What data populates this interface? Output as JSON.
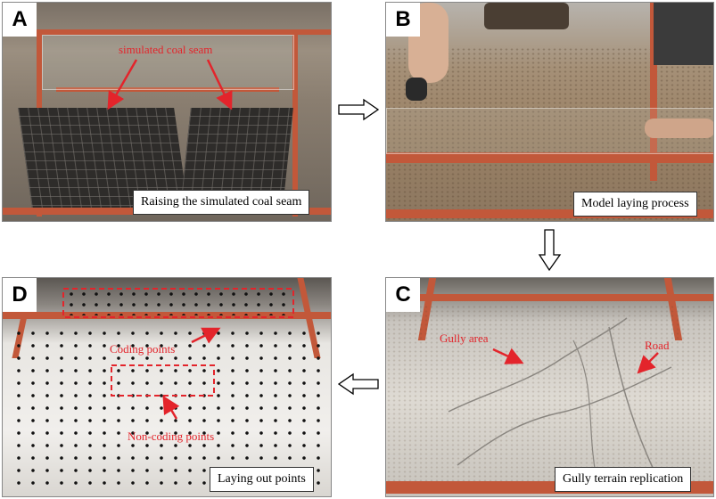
{
  "panels": {
    "a": {
      "letter": "A",
      "caption": "Raising the simulated coal seam",
      "annotation": "simulated coal seam"
    },
    "b": {
      "letter": "B",
      "caption": "Model laying process"
    },
    "c": {
      "letter": "C",
      "caption": "Gully terrain replication",
      "annotations": {
        "gully": "Gully area",
        "road": "Road"
      }
    },
    "d": {
      "letter": "D",
      "caption": "Laying out points",
      "annotations": {
        "coding": "Coding points",
        "non_coding": "Non-coding points"
      }
    }
  },
  "colors": {
    "annotation": "#e3242b",
    "frame": "#c2583a"
  }
}
